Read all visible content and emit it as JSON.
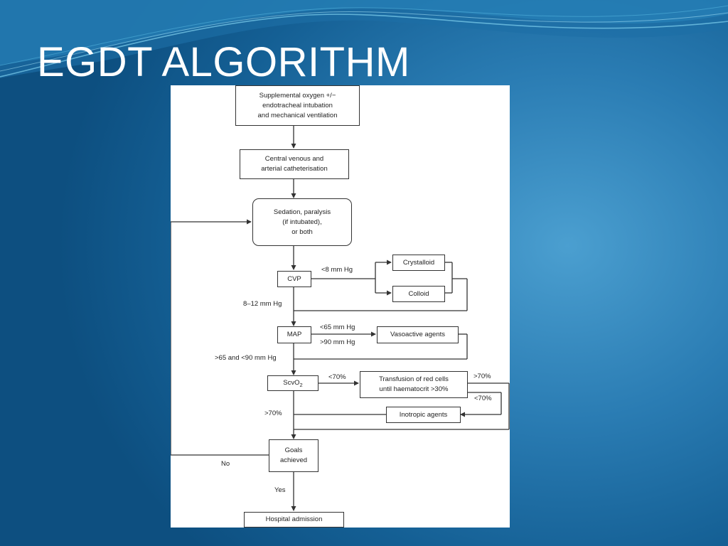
{
  "slide": {
    "title": "EGDT ALGORITHM"
  },
  "flowchart": {
    "boxes": {
      "oxygen": "Supplemental oxygen +/−\nendotracheal intubation\nand mechanical ventilation",
      "catheter": "Central venous and\narterial catheterisation",
      "sedation": "Sedation, paralysis\n(if intubated),\nor both",
      "cvp": "CVP",
      "crystalloid": "Crystalloid",
      "colloid": "Colloid",
      "map": "MAP",
      "vasoactive": "Vasoactive agents",
      "scvo2_base": "ScvO",
      "scvo2_sub": "2",
      "transfusion": "Transfusion of red cells\nuntil haematocrit >30%",
      "inotropic": "Inotropic agents",
      "goals": "Goals\nachieved",
      "hospital": "Hospital admission"
    },
    "labels": {
      "cvp_low": "<8 mm Hg",
      "cvp_ok": "8–12 mm Hg",
      "map_low": "<65 mm Hg",
      "map_high": ">90 mm Hg",
      "map_ok": ">65 and <90 mm Hg",
      "scv_low": "<70%",
      "scv_ok": ">70%",
      "transfusion_high": ">70%",
      "transfusion_low": "<70%",
      "goals_no": "No",
      "goals_yes": "Yes"
    }
  }
}
